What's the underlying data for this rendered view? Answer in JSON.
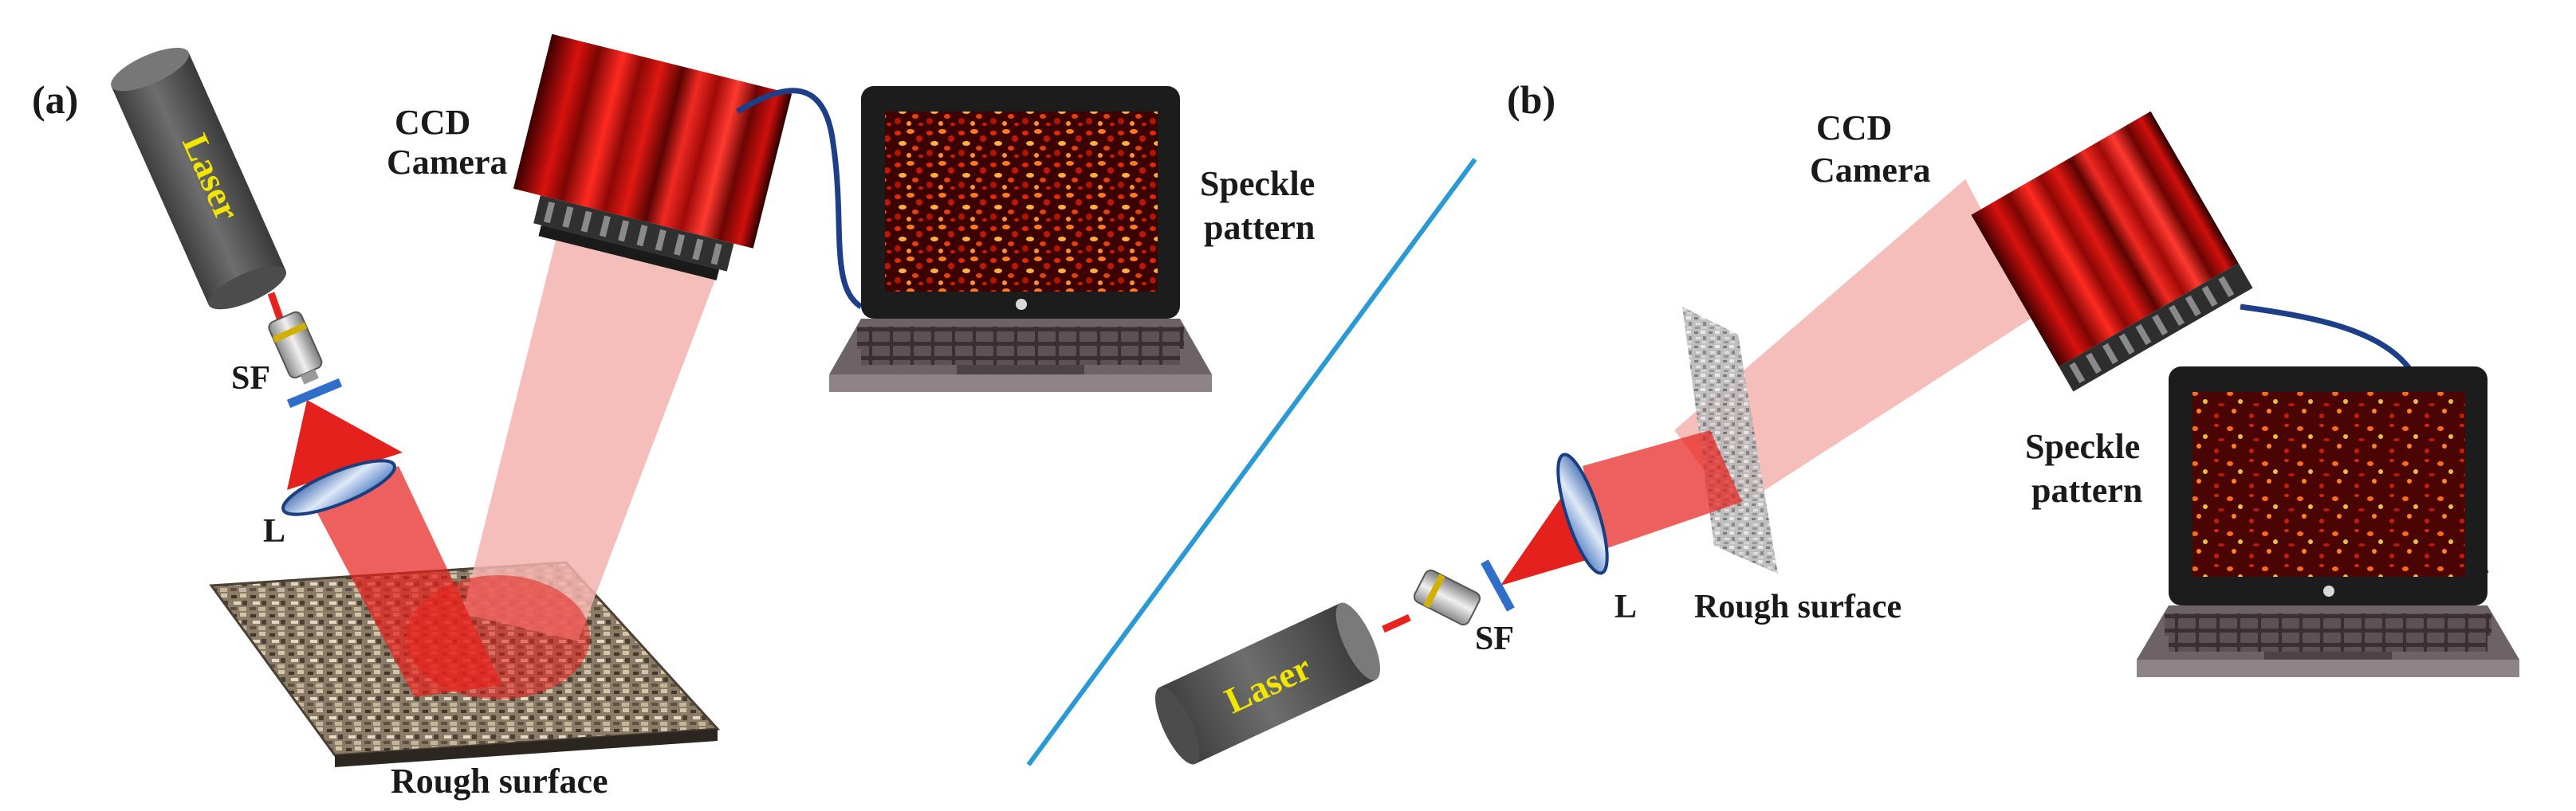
{
  "panels": [
    {
      "tag": "(a)",
      "laser": "Laser",
      "spatial_filter": "SF",
      "lens": "L",
      "camera": [
        "CCD",
        "Camera"
      ],
      "monitor": [
        "Speckle",
        "pattern"
      ],
      "surface": "Rough surface"
    },
    {
      "tag": "(b)",
      "laser": "Laser",
      "spatial_filter": "SF",
      "lens": "L",
      "camera": [
        "CCD",
        "Camera"
      ],
      "monitor": [
        "Speckle",
        "pattern"
      ],
      "surface": "Rough surface"
    }
  ],
  "colors": {
    "laser_body": "#5c5c5c",
    "beam_red": "#e8231f",
    "scatter_pink": "#f4b3ae",
    "camera_red": "#c0100c",
    "divider": "#2a9ad6",
    "cable": "#1d3f8a",
    "lens_blue": "#2f6fc9"
  }
}
